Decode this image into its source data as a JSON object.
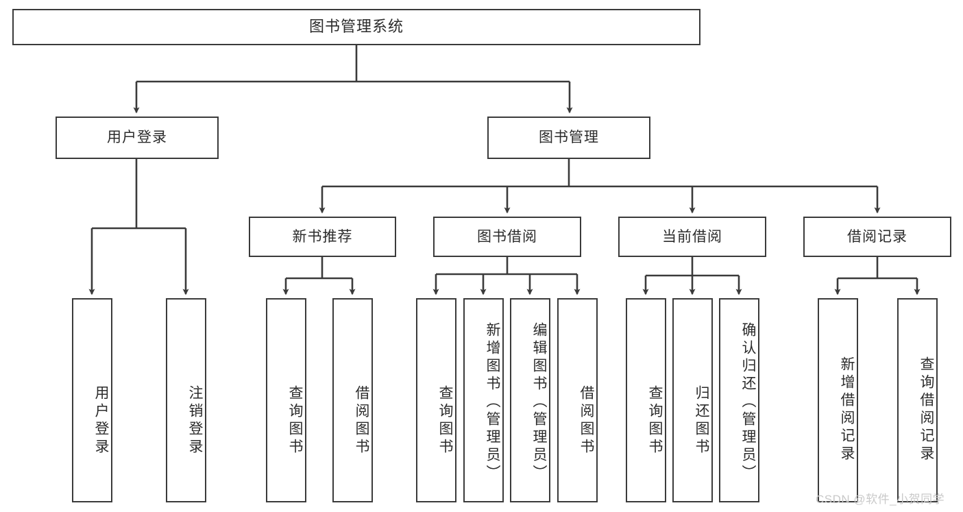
{
  "diagram": {
    "title": "图书管理系统",
    "type": "tree",
    "stroke_color": "#3a3a3a",
    "text_color": "#2b2b2b",
    "background": "#ffffff",
    "levels": [
      {
        "level": 1,
        "nodes": [
          {
            "id": "root",
            "label": "图书管理系统",
            "orientation": "horizontal"
          }
        ]
      },
      {
        "level": 2,
        "nodes": [
          {
            "id": "user-login",
            "label": "用户登录",
            "orientation": "horizontal",
            "parent": "root"
          },
          {
            "id": "book-manage",
            "label": "图书管理",
            "orientation": "horizontal",
            "parent": "root"
          }
        ]
      },
      {
        "level": 3,
        "nodes": [
          {
            "id": "new-book-rec",
            "label": "新书推荐",
            "orientation": "horizontal",
            "parent": "book-manage"
          },
          {
            "id": "book-borrow",
            "label": "图书借阅",
            "orientation": "horizontal",
            "parent": "book-manage"
          },
          {
            "id": "current-borrow",
            "label": "当前借阅",
            "orientation": "horizontal",
            "parent": "book-manage"
          },
          {
            "id": "borrow-record",
            "label": "借阅记录",
            "orientation": "horizontal",
            "parent": "book-manage"
          }
        ]
      },
      {
        "level": 4,
        "nodes": [
          {
            "id": "leaf-user-login",
            "label": "用户登录",
            "orientation": "vertical",
            "parent": "user-login"
          },
          {
            "id": "leaf-logout",
            "label": "注销登录",
            "orientation": "vertical",
            "parent": "user-login"
          },
          {
            "id": "leaf-query-book-1",
            "label": "查询图书",
            "orientation": "vertical",
            "parent": "new-book-rec"
          },
          {
            "id": "leaf-borrow-book-1",
            "label": "借阅图书",
            "orientation": "vertical",
            "parent": "new-book-rec"
          },
          {
            "id": "leaf-query-book-2",
            "label": "查询图书",
            "orientation": "vertical",
            "parent": "book-borrow"
          },
          {
            "id": "leaf-add-book",
            "label": "新增图书（管理员）",
            "orientation": "vertical",
            "parent": "book-borrow"
          },
          {
            "id": "leaf-edit-book",
            "label": "编辑图书（管理员）",
            "orientation": "vertical",
            "parent": "book-borrow"
          },
          {
            "id": "leaf-borrow-book-2",
            "label": "借阅图书",
            "orientation": "vertical",
            "parent": "book-borrow"
          },
          {
            "id": "leaf-query-book-3",
            "label": "查询图书",
            "orientation": "vertical",
            "parent": "current-borrow"
          },
          {
            "id": "leaf-return-book",
            "label": "归还图书",
            "orientation": "vertical",
            "parent": "current-borrow"
          },
          {
            "id": "leaf-confirm-return",
            "label": "确认归还（管理员）",
            "orientation": "vertical",
            "parent": "current-borrow"
          },
          {
            "id": "leaf-add-record",
            "label": "新增借阅记录",
            "orientation": "vertical",
            "parent": "borrow-record"
          },
          {
            "id": "leaf-query-record",
            "label": "查询借阅记录",
            "orientation": "vertical",
            "parent": "borrow-record"
          }
        ]
      }
    ]
  },
  "watermark": {
    "text": "CSDN @软件_小贺同学"
  }
}
